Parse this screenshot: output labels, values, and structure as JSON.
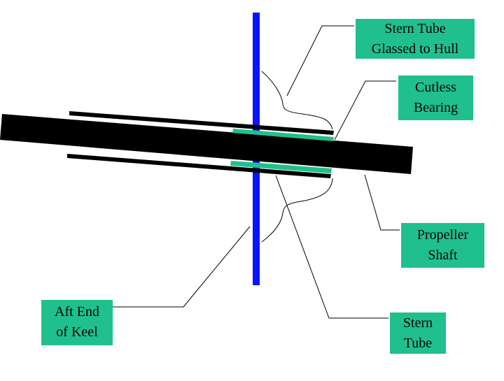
{
  "colors": {
    "background": "#ffffff",
    "label_fill": "#1fc08e",
    "shaft": "#000000",
    "hull_line": "#0a14ff",
    "bearing": "#1fc08e",
    "leader_line": "#000000"
  },
  "labels": {
    "stern_tube_glassed": {
      "line1": "Stern Tube",
      "line2": "Glassed to Hull"
    },
    "cutless_bearing": {
      "line1": "Cutless",
      "line2": "Bearing"
    },
    "propeller_shaft": {
      "line1": "Propeller",
      "line2": "Shaft"
    },
    "aft_end_of_keel": {
      "line1": "Aft End",
      "line2": "of Keel"
    },
    "stern_tube": {
      "line1": "Stern",
      "line2": "Tube"
    }
  }
}
